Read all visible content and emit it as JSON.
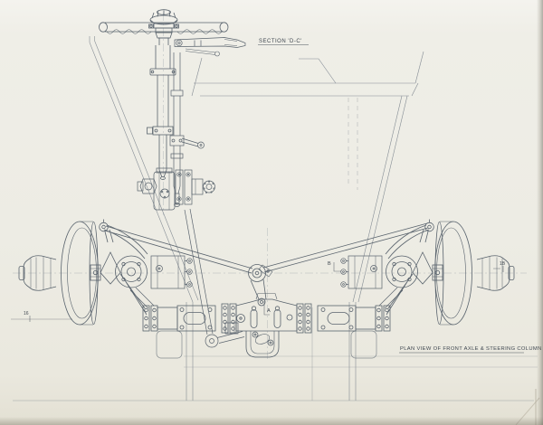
{
  "page": {
    "kind": "engineering-drawing-photo",
    "section_label": "SECTION 'D-C'",
    "title": "PLAN VIEW OF FRONT AXLE & STEERING COLUMN",
    "markers": {
      "center": "A",
      "right_of_center": "B",
      "left_edge": "16",
      "right_edge": "1B"
    },
    "colors": {
      "paper": "#edece4",
      "paper_shadow": "#d5d1c5",
      "ink": "#5d6771",
      "ink_dark": "#3f4750"
    }
  }
}
